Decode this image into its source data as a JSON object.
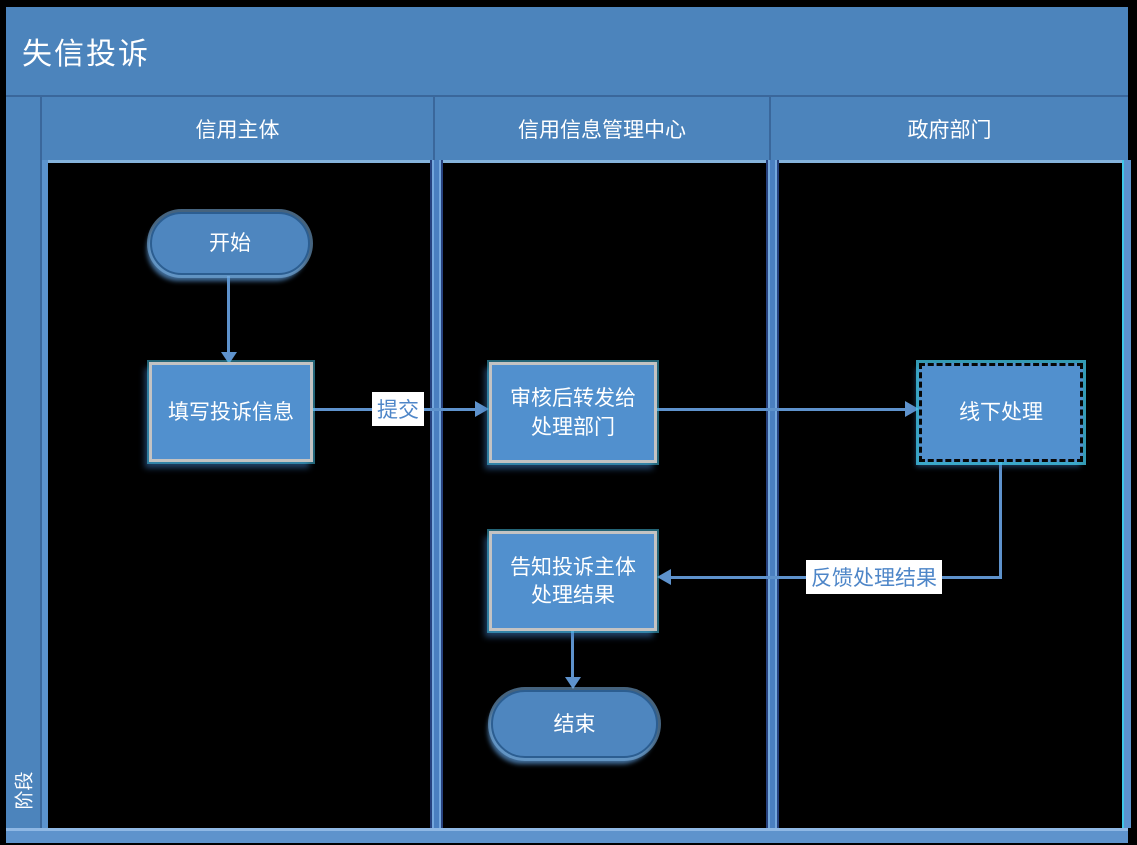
{
  "diagram": {
    "type": "swimlane-flowchart",
    "title": "失信投诉",
    "phase_label": "阶段",
    "lanes": [
      {
        "label": "信用主体"
      },
      {
        "label": "信用信息管理中心"
      },
      {
        "label": "政府部门"
      }
    ],
    "nodes": [
      {
        "id": "start",
        "shape": "start-terminator",
        "lane": "信用主体",
        "label": "开始"
      },
      {
        "id": "fill",
        "shape": "process",
        "lane": "信用主体",
        "label": "填写投诉信息"
      },
      {
        "id": "review",
        "shape": "process",
        "lane": "信用信息管理中心",
        "label": "审核后转发给处理部门"
      },
      {
        "id": "offline",
        "shape": "process-dashed",
        "lane": "政府部门",
        "label": "线下处理"
      },
      {
        "id": "notify",
        "shape": "process",
        "lane": "信用信息管理中心",
        "label": "告知投诉主体处理结果"
      },
      {
        "id": "end",
        "shape": "end-terminator",
        "lane": "信用信息管理中心",
        "label": "结束"
      }
    ],
    "edges": [
      {
        "from": "start",
        "to": "fill",
        "label": ""
      },
      {
        "from": "fill",
        "to": "review",
        "label": "提交"
      },
      {
        "from": "review",
        "to": "offline",
        "label": ""
      },
      {
        "from": "offline",
        "to": "notify",
        "label": "反馈处理结果"
      },
      {
        "from": "notify",
        "to": "end",
        "label": ""
      }
    ],
    "colors": {
      "frame_blue": "#4C84BC",
      "frame_divider": "#3A679B",
      "lane_background": "#000000",
      "process_fill": "#5190CE",
      "terminator_fill": "#4E86BF",
      "connector": "#5E92CC",
      "edge_label_text": "#4E86C8",
      "edge_label_bg": "#FFFFFF",
      "shape_text": "#FFFFFF",
      "selection_glow": "#46CDF0"
    }
  }
}
